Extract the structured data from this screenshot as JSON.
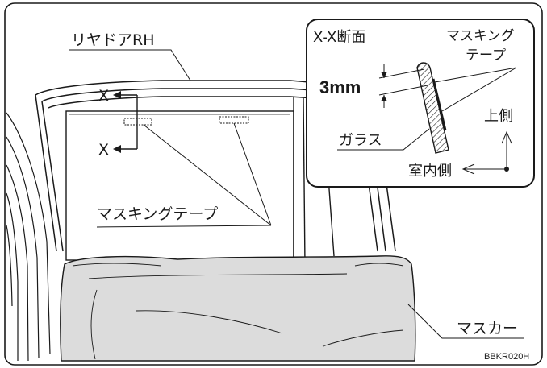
{
  "labels": {
    "rear_door": "リヤドアRH",
    "x_top": "X",
    "x_bottom": "X",
    "masking_tape_main": "マスキングテープ",
    "section_title": "X-X断面",
    "masking_line1": "マスキング",
    "masking_line2": "テープ",
    "dimension": "3mm",
    "glass": "ガラス",
    "upper_side": "上側",
    "interior_side": "室内側",
    "masker": "マスカー",
    "figure_code": "BBKR020H"
  }
}
